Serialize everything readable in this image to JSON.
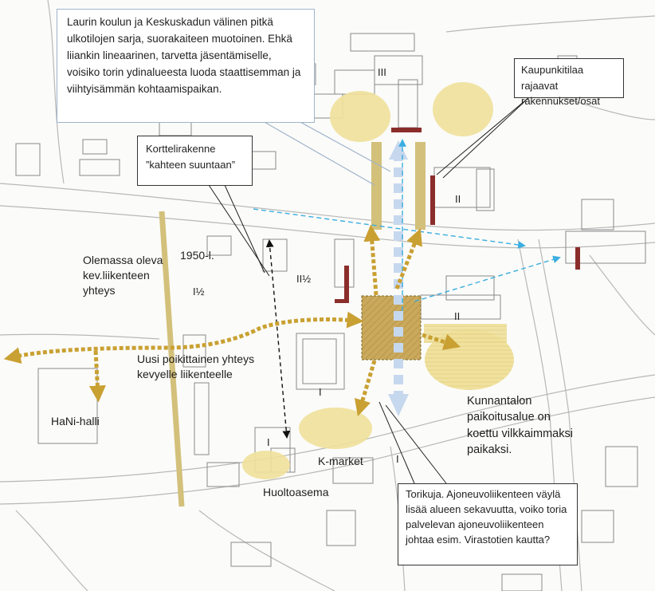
{
  "callouts": {
    "top_text": "Laurin koulun ja Keskuskadun välinen pitkä ulkotilojen sarja, suorakaiteen muotoinen. Ehkä liiankin lineaarinen, tarvetta jäsentämiselle, voisiko torin ydinalueesta luoda staattisemman ja viihtyisämmän kohtaamispaikan.",
    "kaupunkitila_text": "Kaupunkitilaa rajaavat rakennukset/osat",
    "kortteli_line1": "Korttelirakenne",
    "kortteli_line2": "”kahteen suuntaan”",
    "torikuja_text": "Torikuja. Ajoneuvoliikenteen väylä lisää alueen sekavuutta, voiko toria palvelevan ajoneuvoliikenteen johtaa esim. Virastotien kautta?"
  },
  "labels": {
    "olemassa_line1": "Olemassa oleva",
    "olemassa_line2": "kev.liikenteen",
    "olemassa_line3": "yhteys",
    "uusi_line1": "Uusi poikittainen yhteys",
    "uusi_line2": "kevyelle liikenteelle",
    "hani": "HaNi-halli",
    "kunnantalo_line1": "Kunnantalon",
    "kunnantalo_line2": "paikoitusalue on",
    "kunnantalo_line3": "koettu vilkkaimmaksi",
    "kunnantalo_line4": "paikaksi.",
    "kmarket": "K-market",
    "huoltoasema": "Huoltoasema",
    "year": "1950-l."
  },
  "floors": {
    "iii": "III",
    "ii_upper": "II",
    "ii_lower": "II",
    "i_half": "I½",
    "ii_half": "II½",
    "i_center": "I",
    "i_huolto": "I",
    "i_kmarket": "I"
  },
  "colors": {
    "ochre_arrow": "#c9a032",
    "yellow_area": "#efe09a",
    "tan_strip": "#d3c07a",
    "plaza": "#c8a85a",
    "maroon": "#8b2e2b",
    "blue_dash": "#3aaee0",
    "light_blue": "#c6d8ee",
    "building_line": "#8a8a8a",
    "road_line": "#b8b8b8"
  }
}
